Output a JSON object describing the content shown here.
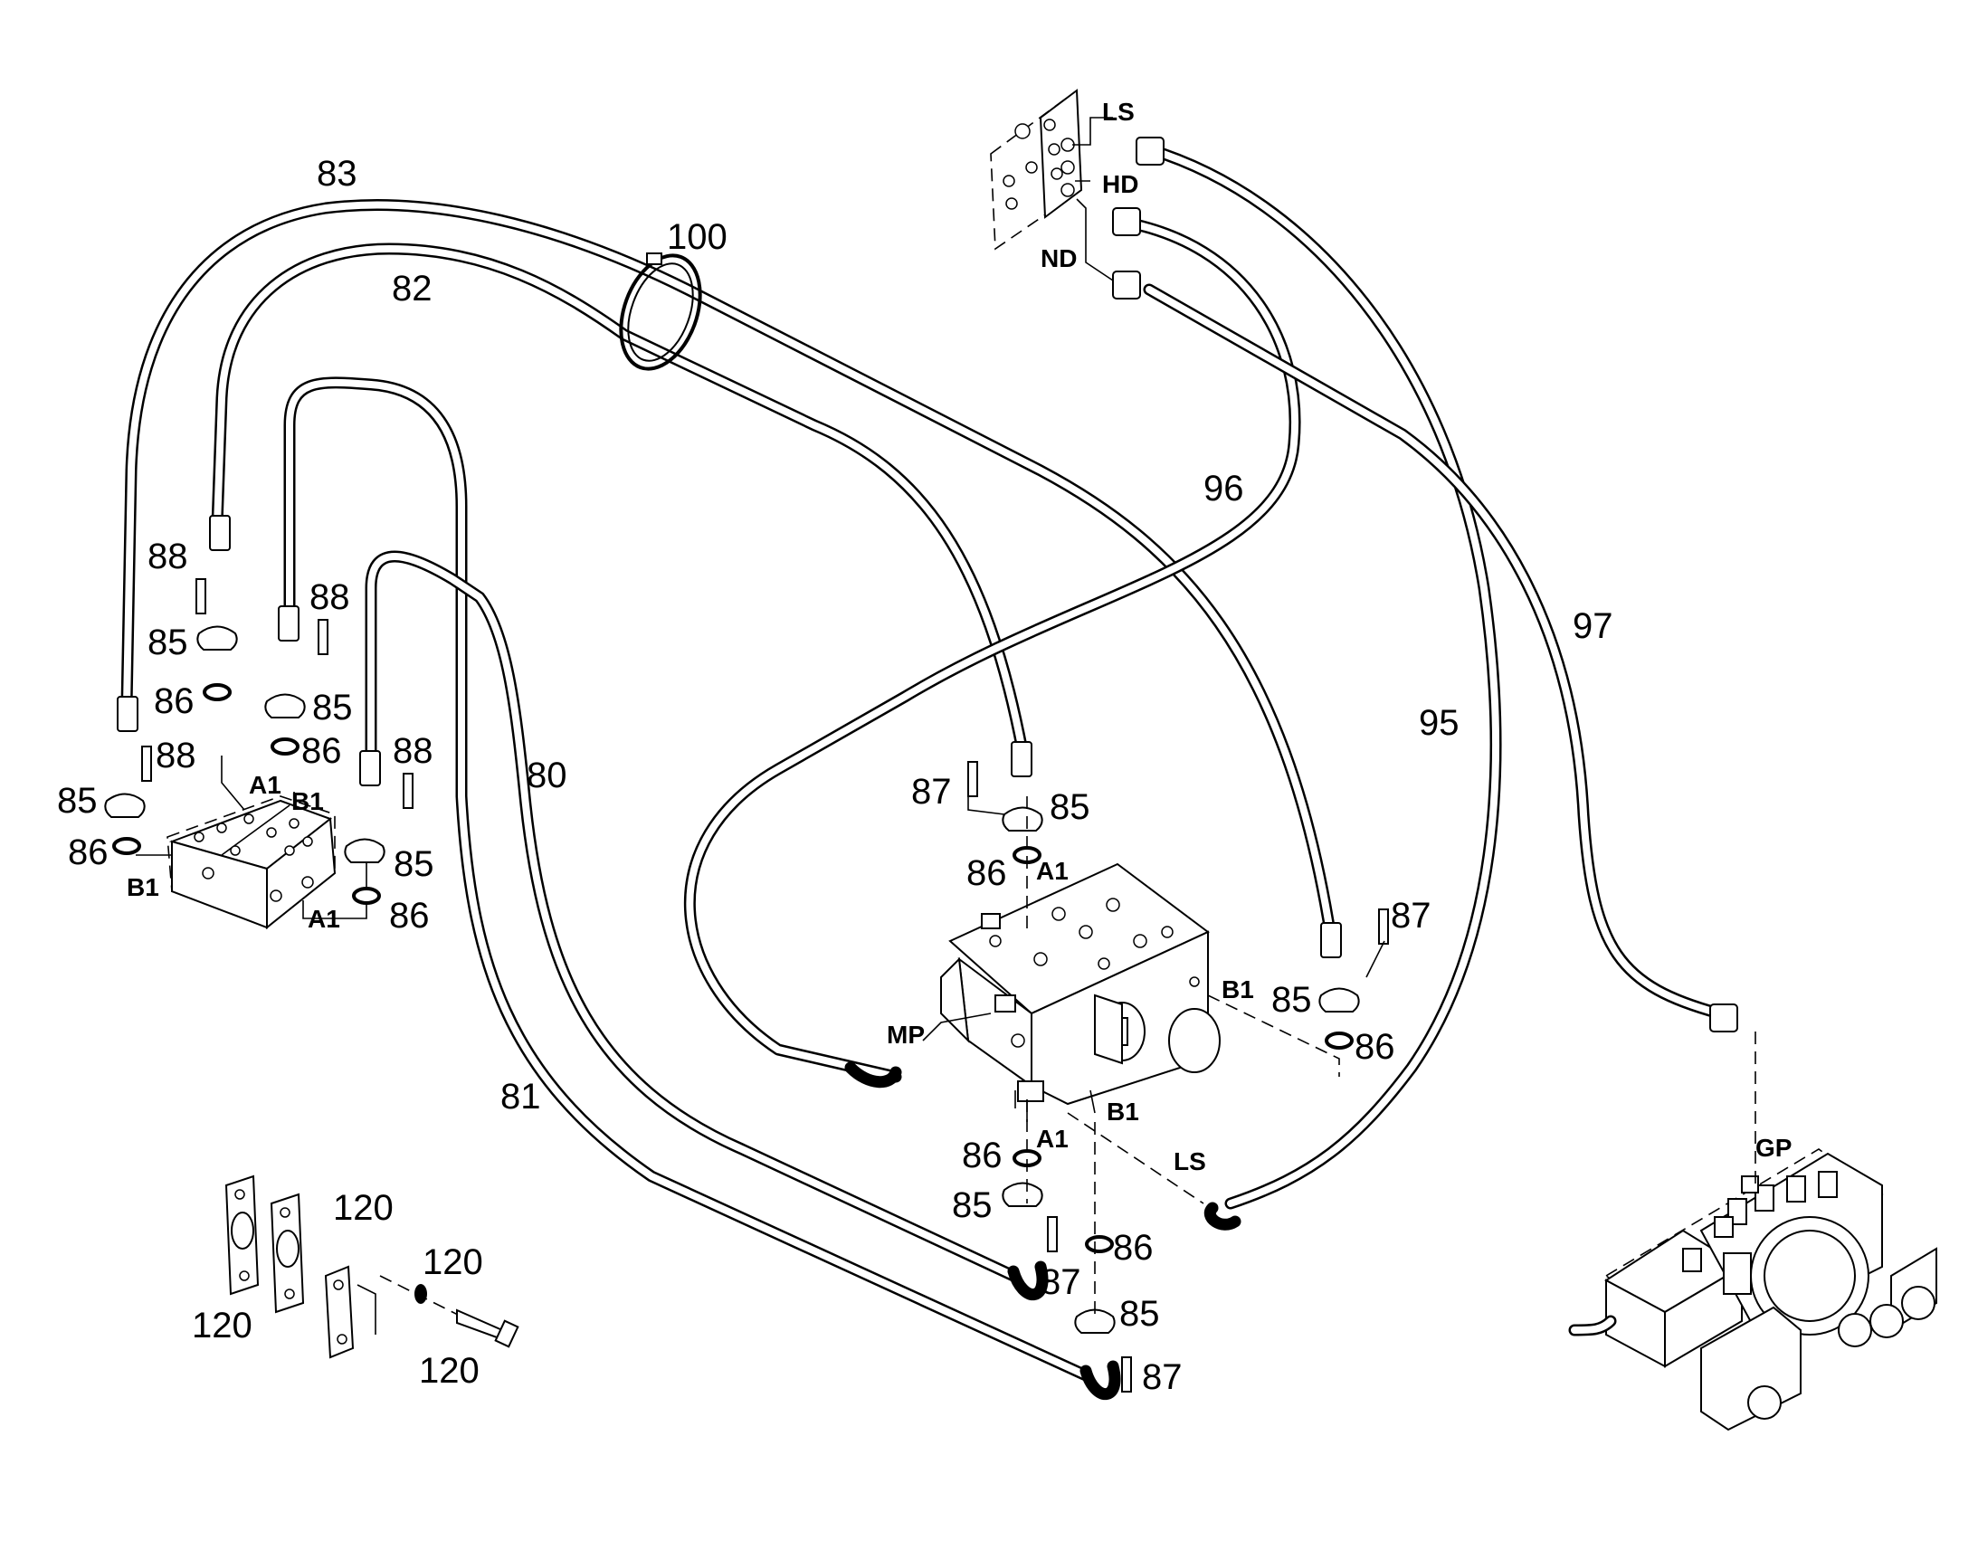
{
  "callouts": {
    "c80": "80",
    "c81": "81",
    "c82": "82",
    "c83": "83",
    "c85": "85",
    "c86": "86",
    "c87": "87",
    "c88": "88",
    "c95": "95",
    "c96": "96",
    "c97": "97",
    "c100": "100",
    "c120": "120"
  },
  "ports": {
    "ls": "LS",
    "hd": "HD",
    "nd": "ND",
    "a1": "A1",
    "b1": "B1",
    "mp": "MP",
    "gp": "GP"
  },
  "colors": {
    "line": "#000000",
    "background": "#ffffff"
  }
}
